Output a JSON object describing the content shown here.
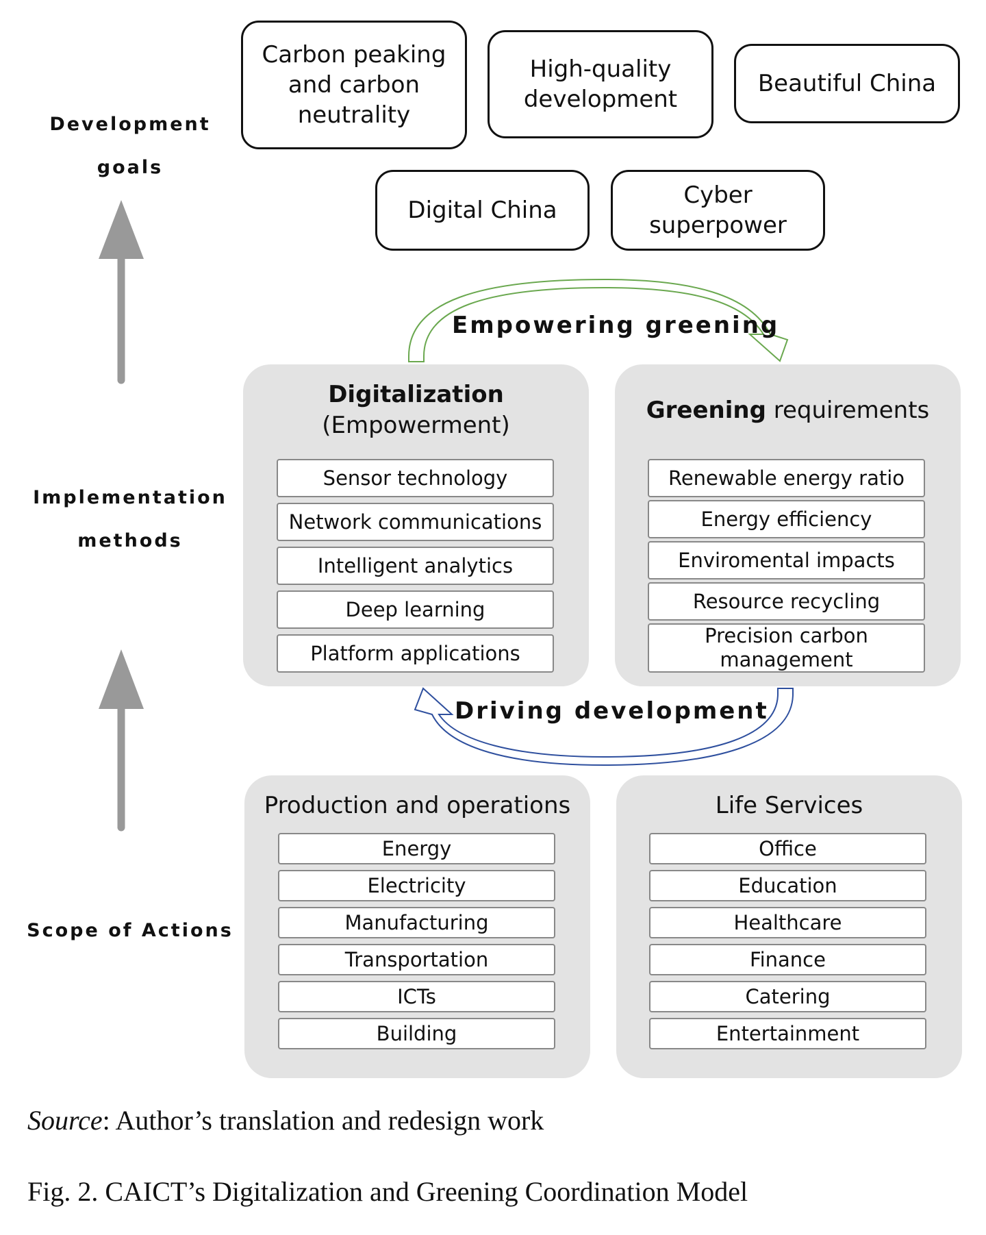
{
  "side_labels": {
    "development_goals": [
      "Development",
      "goals"
    ],
    "implementation_methods": [
      "Implementation",
      "methods"
    ],
    "scope_of_actions": [
      "Scope of Actions"
    ]
  },
  "goals": [
    "Carbon peaking and carbon neutrality",
    "High-quality development",
    "Beautiful China",
    "Digital China",
    "Cyber superpower"
  ],
  "flows": {
    "empowering": "Empowering greening",
    "driving": "Driving development"
  },
  "digitalization": {
    "title_bold": "Digitalization",
    "title_rest": "(Empowerment)",
    "items": [
      "Sensor technology",
      "Network communications",
      "Intelligent analytics",
      "Deep learning",
      "Platform applications"
    ]
  },
  "greening": {
    "title_bold": "Greening",
    "title_rest": " requirements",
    "items": [
      "Renewable energy ratio",
      "Energy efficiency",
      "Enviromental impacts",
      "Resource recycling",
      "Precision  carbon management"
    ]
  },
  "production": {
    "title": "Production and operations",
    "items": [
      "Energy",
      "Electricity",
      "Manufacturing",
      "Transportation",
      "ICTs",
      "Building"
    ]
  },
  "life": {
    "title": "Life Services",
    "items": [
      "Office",
      "Education",
      "Healthcare",
      "Finance",
      "Catering",
      "Entertainment"
    ]
  },
  "caption": {
    "source_label": "Source",
    "source_text": ": Author’s translation and redesign work",
    "figure": "Fig. 2. CAICT’s Digitalization and Greening Coordination Model"
  },
  "colors": {
    "panel": "#e3e3e3",
    "arrow_gray": "#999999",
    "empower_arrow": "#6aa84f",
    "driving_arrow": "#2e4f9e"
  }
}
